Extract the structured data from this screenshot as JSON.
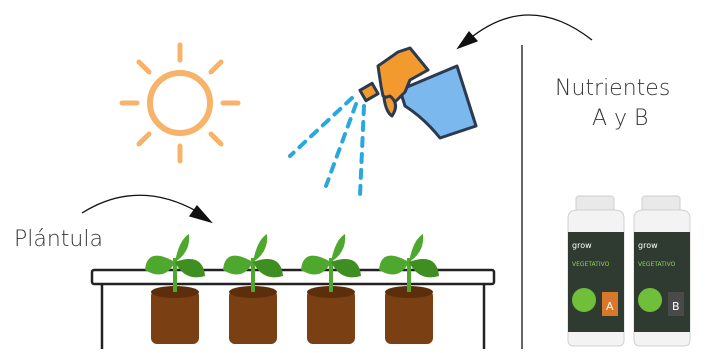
{
  "labels": {
    "plantula": "Plántula",
    "nutrientes_line1": "Nutrientes",
    "nutrientes_line2": "A y B"
  },
  "bottles": [
    {
      "brand": "grow",
      "product": "VEGETATIVO",
      "letter": "A"
    },
    {
      "brand": "grow",
      "product": "VEGETATIVO",
      "letter": "B"
    }
  ],
  "colors": {
    "sun": "#F7B36A",
    "sprayer_body": "#F39A2F",
    "sprayer_tank": "#7AB8EE",
    "sprayer_outline": "#2B3A4F",
    "water_drops": "#29A8E0",
    "pot": "#7A3F12",
    "leaf": "#4FA82E",
    "tray_outline": "#222222"
  },
  "icons": [
    "sun-icon",
    "spray-bottle-icon",
    "plant-icon",
    "nutrient-bottle-icon"
  ]
}
